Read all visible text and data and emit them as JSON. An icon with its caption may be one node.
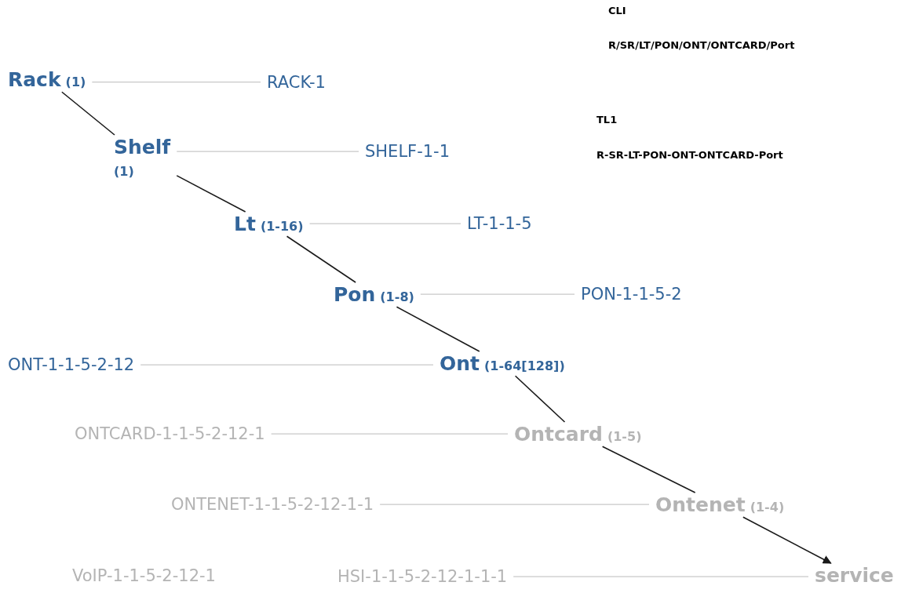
{
  "diagram": {
    "nodes": [
      {
        "text": [
          "Rack",
          "(1)"
        ]
      },
      {
        "text": [
          "Shelf",
          "(1)"
        ]
      },
      {
        "text": [
          "Lt",
          "(1-16)"
        ]
      },
      {
        "text": [
          "Pon",
          "(1-8)"
        ]
      },
      {
        "text": [
          "Ont",
          "(1-64[128])"
        ]
      },
      {
        "text": [
          "Ontcard",
          "(1-5)"
        ]
      },
      {
        "text": [
          "Ontenet",
          "(1-4)"
        ]
      },
      {
        "text": [
          "service"
        ]
      },
      {
        "text": [
          "RACK-1"
        ]
      },
      {
        "text": [
          "SHELF-1-1"
        ]
      },
      {
        "text": [
          "LT-1-1-5"
        ]
      },
      {
        "text": [
          "PON-1-1-5-2"
        ]
      },
      {
        "text": [
          "ONT-1-1-5-2-12"
        ]
      },
      {
        "text": [
          "ONTCARD-1-1-5-2-12-1"
        ]
      },
      {
        "text": [
          "ONTENET-1-1-5-2-12-1-1"
        ]
      },
      {
        "text": [
          "HSI-1-1-5-2-12-1-1-1"
        ]
      }
    ],
    "edges": [
      {
        "from": 0,
        "to": 8,
        "arrow": "none"
      },
      {
        "from": 1,
        "to": 9,
        "arrow": "none"
      },
      {
        "from": 2,
        "to": 10,
        "arrow": "none"
      },
      {
        "from": 3,
        "to": 11,
        "arrow": "none"
      },
      {
        "from": 4,
        "to": 12,
        "arrow": "none"
      },
      {
        "from": 5,
        "to": 13,
        "arrow": "none"
      },
      {
        "from": 6,
        "to": 14,
        "arrow": "none"
      },
      {
        "from": 7,
        "to": 15,
        "arrow": "none"
      },
      {
        "from": 0,
        "to": 1,
        "arrow": "none",
        "color": "#1a1a1a"
      },
      {
        "from": 1,
        "to": 2,
        "arrow": "none",
        "color": "#1a1a1a"
      },
      {
        "from": 2,
        "to": 3,
        "arrow": "none",
        "color": "#1a1a1a"
      },
      {
        "from": 3,
        "to": 4,
        "arrow": "none",
        "color": "#1a1a1a"
      },
      {
        "from": 4,
        "to": 5,
        "arrow": "none",
        "color": "#1a1a1a"
      },
      {
        "from": 5,
        "to": 6,
        "arrow": "none",
        "color": "#1a1a1a"
      },
      {
        "from": 6,
        "to": 7,
        "arrow": "to",
        "color": "#1a1a1a"
      }
    ],
    "labels": [
      "CLI",
      "R/SR/LT/PON/ONT/ONTCARD/Port",
      "TL1",
      "R-SR-LT-PON-ONT-ONTCARD-Port",
      "VoIP-1-1-5-2-12-1"
    ]
  }
}
